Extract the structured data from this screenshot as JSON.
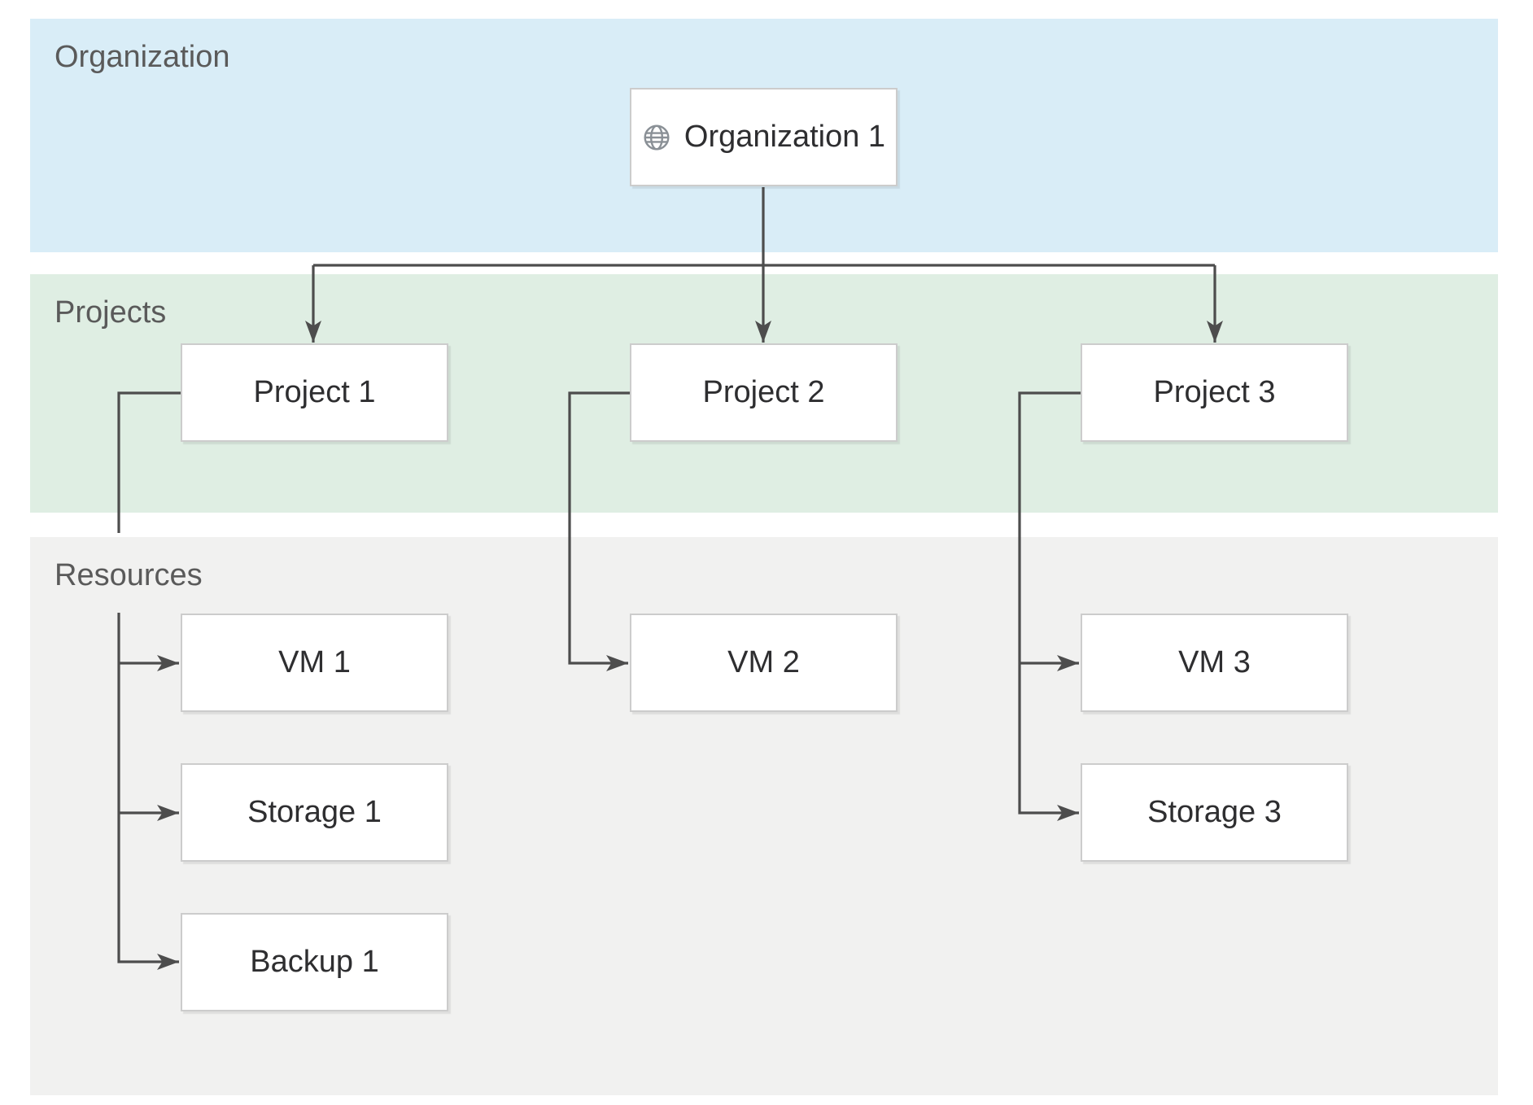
{
  "bands": {
    "organization": {
      "label": "Organization"
    },
    "projects": {
      "label": "Projects"
    },
    "resources": {
      "label": "Resources"
    }
  },
  "nodes": {
    "org1": {
      "label": "Organization 1",
      "icon": "globe-icon"
    },
    "project1": {
      "label": "Project 1"
    },
    "project2": {
      "label": "Project 2"
    },
    "project3": {
      "label": "Project 3"
    },
    "vm1": {
      "label": "VM 1"
    },
    "vm2": {
      "label": "VM 2"
    },
    "vm3": {
      "label": "VM 3"
    },
    "storage1": {
      "label": "Storage 1"
    },
    "storage3": {
      "label": "Storage 3"
    },
    "backup1": {
      "label": "Backup 1"
    }
  },
  "edges": [
    {
      "from": "Organization 1",
      "to": "Project 1"
    },
    {
      "from": "Organization 1",
      "to": "Project 2"
    },
    {
      "from": "Organization 1",
      "to": "Project 3"
    },
    {
      "from": "Project 1",
      "to": "VM 1"
    },
    {
      "from": "Project 1",
      "to": "Storage 1"
    },
    {
      "from": "Project 1",
      "to": "Backup 1"
    },
    {
      "from": "Project 2",
      "to": "VM 2"
    },
    {
      "from": "Project 3",
      "to": "VM 3"
    },
    {
      "from": "Project 3",
      "to": "Storage 3"
    }
  ],
  "colors": {
    "page_bg": "#ffffff",
    "org_band_bg": "#d9edf7",
    "projects_band_bg": "#dfeee3",
    "resources_band_bg": "#f1f1f0",
    "band_label_color": "#5a5a5a",
    "box_bg": "#ffffff",
    "box_border_color": "#cccccc",
    "box_label_color": "#2e2e30",
    "connector_color": "#4d4d4d",
    "icon_color": "#8a9096"
  }
}
